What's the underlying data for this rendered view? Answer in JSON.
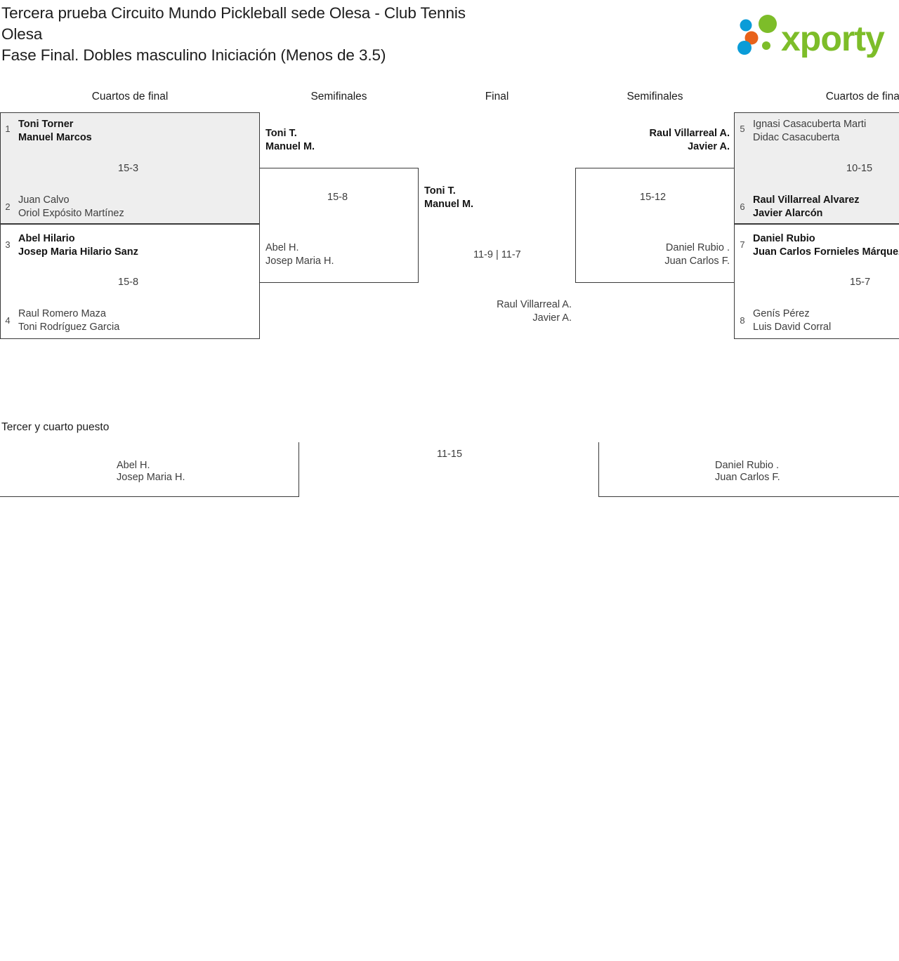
{
  "header": {
    "title_line_1": "Tercera prueba Circuito Mundo Pickleball sede Olesa - Club Tennis",
    "title_line_2": "Olesa",
    "title_line_3": "Fase Final. Dobles masculino Iniciación (Menos de 3.5)",
    "logo_text": "xporty",
    "logo_colors": {
      "green": "#7dbd29",
      "blue": "#0a9cd8",
      "orange": "#e8621a"
    }
  },
  "rounds": {
    "quarterfinals_left": "Cuartos de final",
    "semifinals_left": "Semifinales",
    "final": "Final",
    "semifinals_right": "Semifinales",
    "quarterfinals_right": "Cuartos de final"
  },
  "bracket": {
    "quarterfinals_left": [
      {
        "score": "15-3",
        "top": {
          "seed": "1",
          "player1": "Toni Torner",
          "player2": "Manuel Marcos",
          "winner": true
        },
        "bottom": {
          "seed": "2",
          "player1": "Juan Calvo",
          "player2": "Oriol Expósito Martínez",
          "winner": false
        }
      },
      {
        "score": "15-8",
        "top": {
          "seed": "3",
          "player1": "Abel Hilario",
          "player2": "Josep Maria Hilario Sanz",
          "winner": true
        },
        "bottom": {
          "seed": "4",
          "player1": "Raul Romero Maza",
          "player2": "Toni Rodríguez Garcia",
          "winner": false
        }
      }
    ],
    "semifinal_left": {
      "score": "15-8",
      "top": {
        "player1": "Toni T.",
        "player2": "Manuel M.",
        "winner": true
      },
      "bottom": {
        "player1": "Abel H.",
        "player2": "Josep Maria H.",
        "winner": false
      }
    },
    "final": {
      "score": "11-9 | 11-7",
      "top": {
        "player1": "Toni T.",
        "player2": "Manuel M.",
        "winner": true
      },
      "bottom": {
        "player1": "Raul Villarreal A.",
        "player2": "Javier A.",
        "winner": false
      }
    },
    "semifinal_right": {
      "score": "15-12",
      "top": {
        "player1": "Raul Villarreal A.",
        "player2": "Javier A.",
        "winner": true
      },
      "bottom": {
        "player1": "Daniel Rubio .",
        "player2": "Juan Carlos F.",
        "winner": false
      }
    },
    "quarterfinals_right": [
      {
        "score": "10-15",
        "top": {
          "seed": "5",
          "player1": "Ignasi Casacuberta Marti",
          "player2": "Didac Casacuberta",
          "winner": false
        },
        "bottom": {
          "seed": "6",
          "player1": "Raul Villarreal Alvarez",
          "player2": "Javier Alarcón",
          "winner": true
        }
      },
      {
        "score": "15-7",
        "top": {
          "seed": "7",
          "player1": "Daniel Rubio",
          "player2": "Juan Carlos Fornieles Márquez",
          "winner": true
        },
        "bottom": {
          "seed": "8",
          "player1": "Genís Pérez",
          "player2": "Luis David Corral",
          "winner": false
        }
      }
    ]
  },
  "third_place": {
    "title": "Tercer y cuarto puesto",
    "score": "11-15",
    "left": {
      "player1": "Abel H.",
      "player2": "Josep Maria H."
    },
    "right": {
      "player1": "Daniel Rubio .",
      "player2": "Juan Carlos F."
    }
  }
}
